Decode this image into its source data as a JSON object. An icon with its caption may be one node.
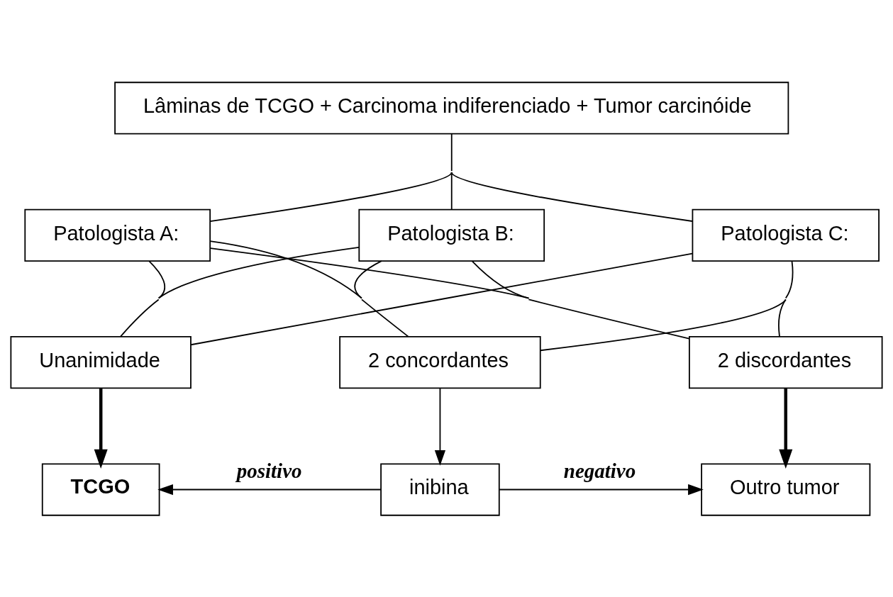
{
  "diagram": {
    "nodes": [
      {
        "text": [
          "Lâminas de TCGO + Carcinoma indiferenciado + Tumor carcinóide"
        ]
      },
      {
        "text": [
          "Patologista A:"
        ]
      },
      {
        "text": [
          "Patologista B:"
        ]
      },
      {
        "text": [
          "Patologista C:"
        ]
      },
      {
        "text": [
          "Unanimidade"
        ]
      },
      {
        "text": [
          "2 concordantes"
        ]
      },
      {
        "text": [
          "2 discordantes"
        ]
      },
      {
        "text": [
          "TCGO"
        ]
      },
      {
        "text": [
          "inibina"
        ]
      },
      {
        "text": [
          "Outro tumor"
        ]
      }
    ],
    "edges": [
      {
        "from": 0,
        "to": 1,
        "arrow": "none"
      },
      {
        "from": 0,
        "to": 2,
        "arrow": "none"
      },
      {
        "from": 0,
        "to": 3,
        "arrow": "none"
      },
      {
        "from": 1,
        "to": 4,
        "arrow": "none"
      },
      {
        "from": 1,
        "to": 5,
        "arrow": "none"
      },
      {
        "from": 1,
        "to": 6,
        "arrow": "none"
      },
      {
        "from": 2,
        "to": 4,
        "arrow": "none"
      },
      {
        "from": 2,
        "to": 5,
        "arrow": "none"
      },
      {
        "from": 2,
        "to": 6,
        "arrow": "none"
      },
      {
        "from": 3,
        "to": 4,
        "arrow": "none"
      },
      {
        "from": 3,
        "to": 5,
        "arrow": "none"
      },
      {
        "from": 3,
        "to": 6,
        "arrow": "none"
      },
      {
        "from": 4,
        "to": 7,
        "arrow": "to",
        "style": "thick"
      },
      {
        "from": 5,
        "to": 8,
        "arrow": "to"
      },
      {
        "from": 6,
        "to": 9,
        "arrow": "to",
        "style": "thick"
      },
      {
        "from": 8,
        "to": 7,
        "label": "positivo",
        "arrow": "to"
      },
      {
        "from": 8,
        "to": 9,
        "label": "negativo",
        "arrow": "to"
      }
    ]
  }
}
